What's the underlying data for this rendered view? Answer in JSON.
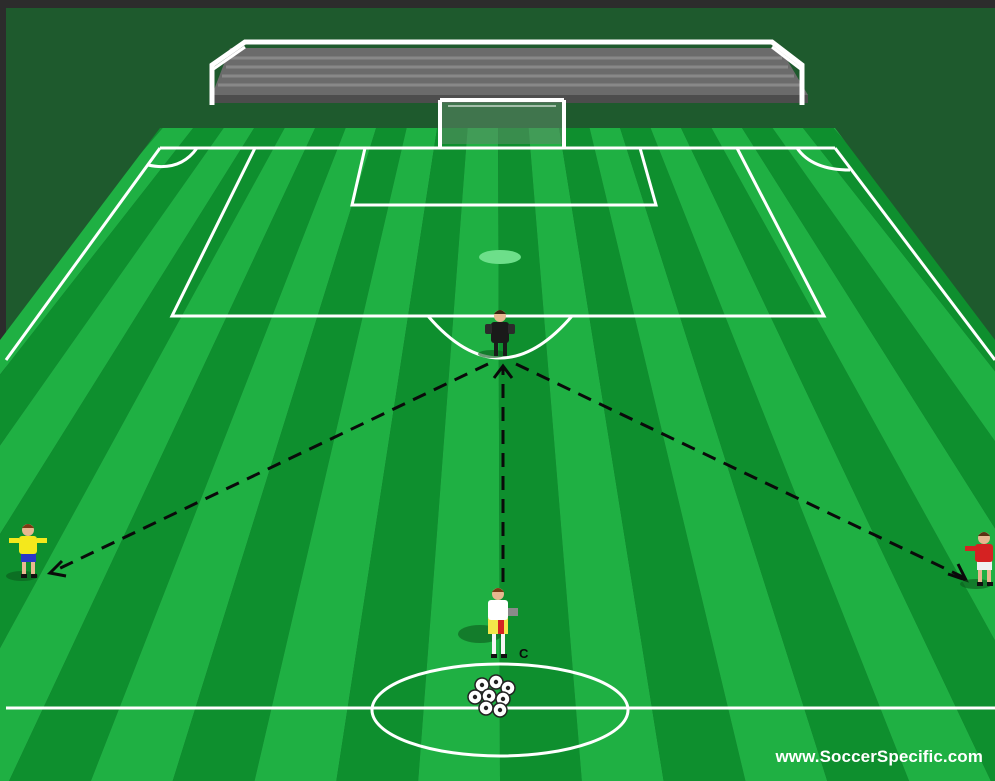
{
  "drill": {
    "player_label": "C",
    "watermark": "www.SoccerSpecific.com"
  },
  "colors": {
    "background": "#1e5a2d",
    "top_bar": "#2c2c2c",
    "grass_dark": "#0e8f2e",
    "grass_light": "#1fb043",
    "line": "#ffffff",
    "arrow": "#0a0a0a",
    "keeper_kit": "#1a1a1a",
    "player_left_kit": "#f4e81c",
    "player_right_kit": "#d52222",
    "player_center_kit": "#ffffff"
  },
  "players": [
    {
      "role": "goalkeeper",
      "kit": "black"
    },
    {
      "role": "wide-left",
      "kit": "yellow-blue"
    },
    {
      "role": "wide-right",
      "kit": "red-white"
    },
    {
      "role": "server",
      "kit": "white",
      "label": "C"
    }
  ],
  "ball_pile": {
    "count": 8
  }
}
